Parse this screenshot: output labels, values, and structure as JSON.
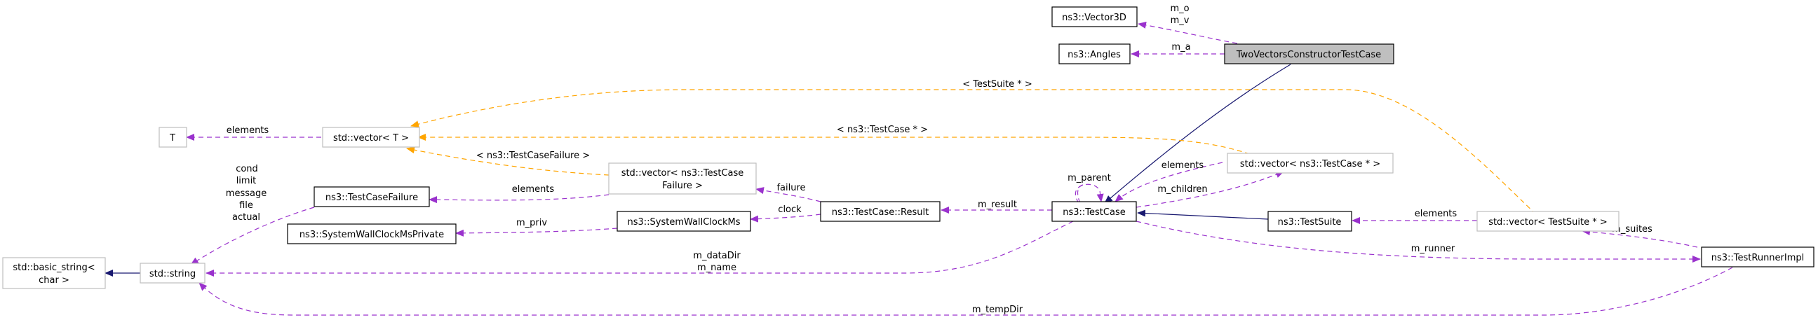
{
  "diagram": {
    "title": "Collaboration diagram for TwoVectorsConstructorTestCase",
    "nodes": {
      "focus": "TwoVectorsConstructorTestCase",
      "vector3d": "ns3::Vector3D",
      "angles": "ns3::Angles",
      "T": "T",
      "vectorT": "std::vector< T >",
      "basicString": [
        "std::basic_string<",
        "char >"
      ],
      "string": "std::string",
      "testCaseFailure": "ns3::TestCaseFailure",
      "wallClockPriv": "ns3::SystemWallClockMsPrivate",
      "vecFailure": [
        "std::vector< ns3::TestCase",
        "Failure >"
      ],
      "wallClock": "ns3::SystemWallClockMs",
      "result": "ns3::TestCase::Result",
      "testCase": "ns3::TestCase",
      "vecTestCase": "std::vector< ns3::TestCase * >",
      "testSuite": "ns3::TestSuite",
      "vecTestSuite": "std::vector< TestSuite * >",
      "runnerImpl": "ns3::TestRunnerImpl"
    },
    "edge_labels": {
      "mo": "m_o",
      "mv": "m_v",
      "ma": "m_a",
      "tplTestSuite": "< TestSuite * >",
      "tplTestCase": "< ns3::TestCase * >",
      "tplFailure": "< ns3::TestCaseFailure >",
      "elementsT": "elements",
      "failureFields": [
        "cond",
        "limit",
        "message",
        "file",
        "actual"
      ],
      "elementsFailure": "elements",
      "failure": "failure",
      "clock": "clock",
      "mPriv": "m_priv",
      "mResult": "m_result",
      "mParent": "m_parent",
      "elementsTC": "elements",
      "mChildren": "m_children",
      "elementsTS": "elements",
      "mSuites": "m_suites",
      "mRunner": "m_runner",
      "dataDir": "m_dataDir",
      "name": "m_name",
      "tempDir": "m_tempDir"
    },
    "legend_colors": {
      "usage": "#9a32cd",
      "template": "#ffa500",
      "inheritance": "#191970"
    }
  }
}
